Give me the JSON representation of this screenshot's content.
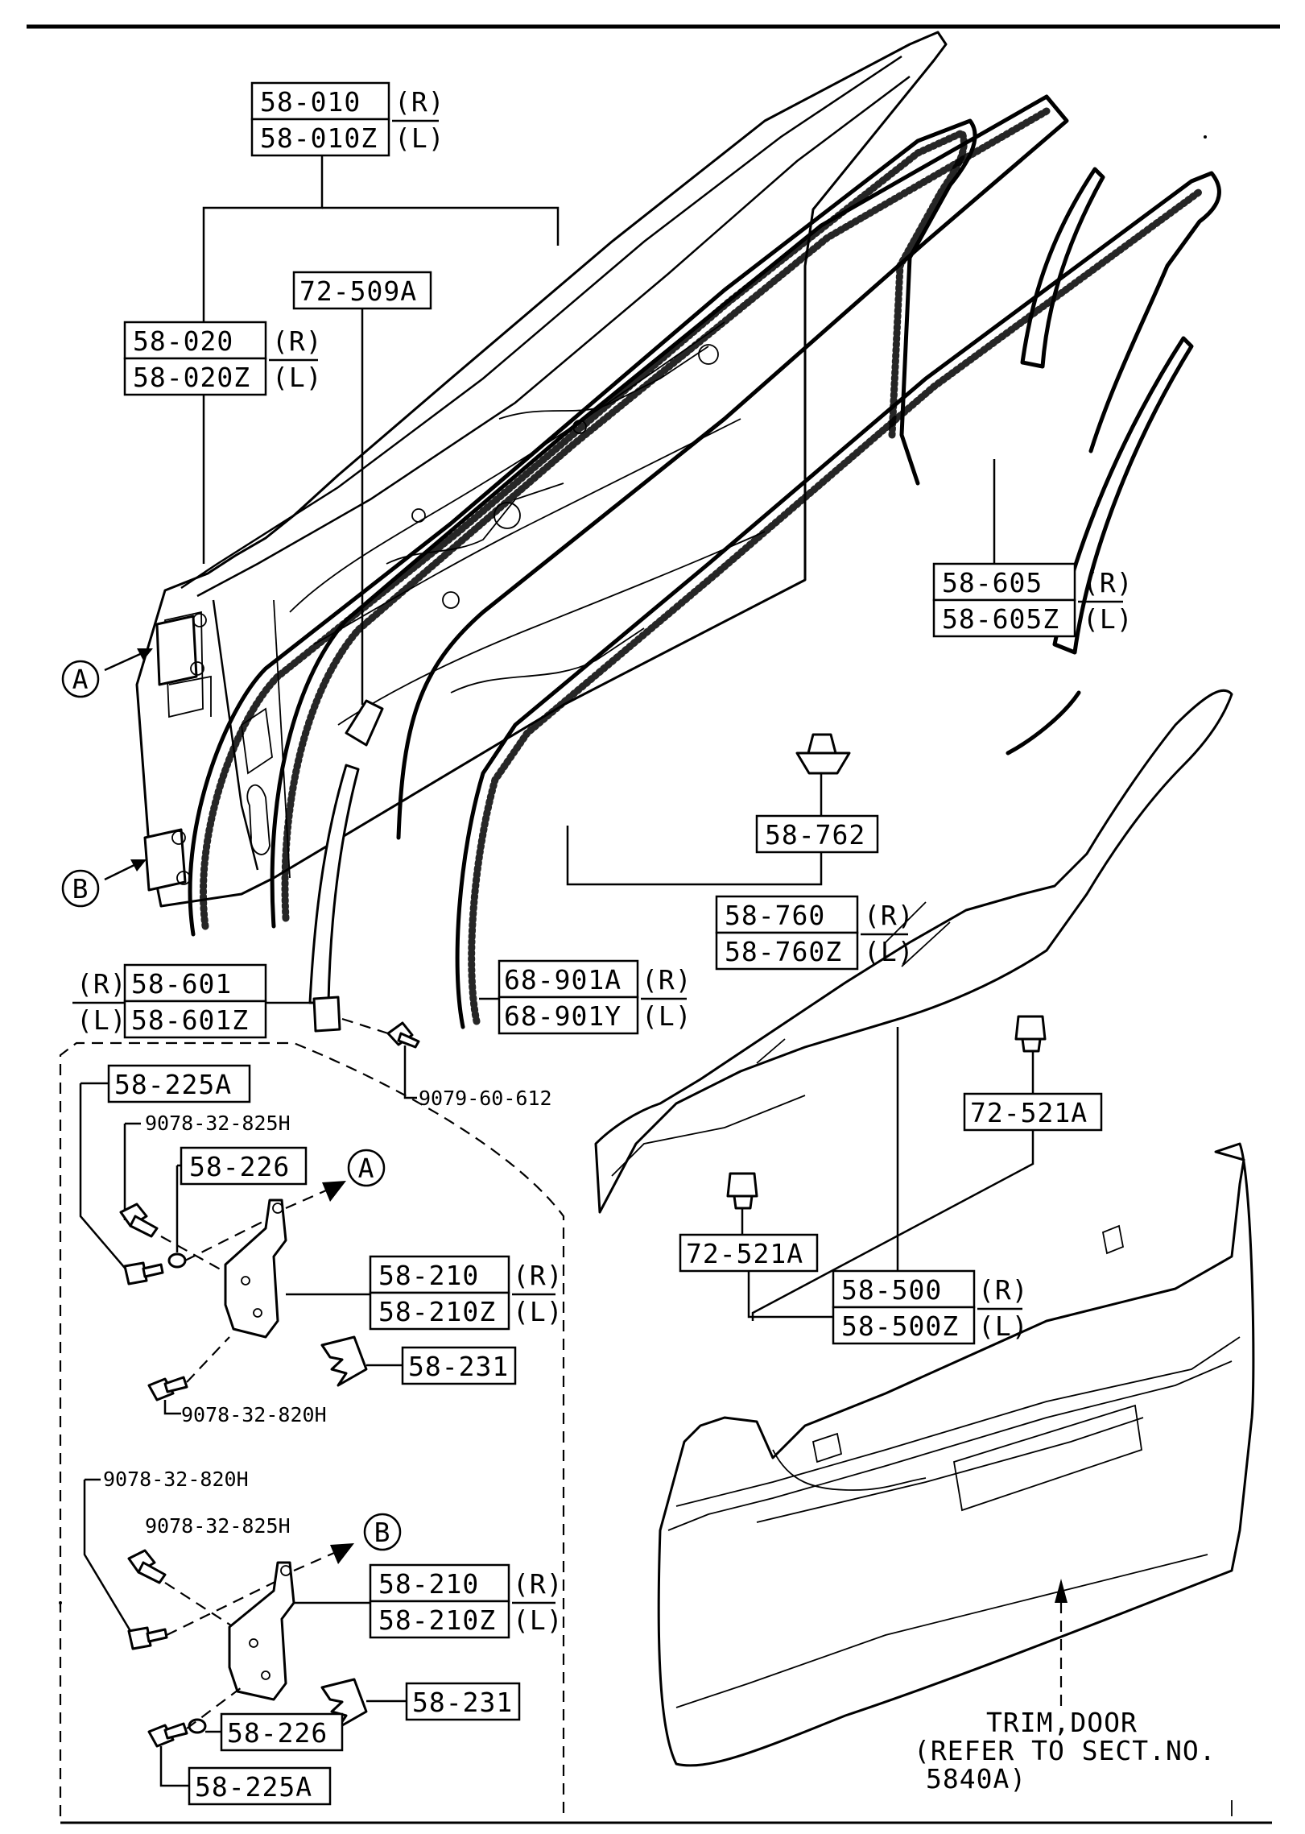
{
  "labels": {
    "p58_010": "58-010",
    "p58_010_side": "(R)",
    "p58_010z": "58-010Z",
    "p58_010z_side": "(L)",
    "p58_020": "58-020",
    "p58_020_side": "(R)",
    "p58_020z": "58-020Z",
    "p58_020z_side": "(L)",
    "p72_509a": "72-509A",
    "p58_605": "58-605",
    "p58_605_side": "(R)",
    "p58_605z": "58-605Z",
    "p58_605z_side": "(L)",
    "p58_762": "58-762",
    "p58_760": "58-760",
    "p58_760_side": "(R)",
    "p58_760z": "58-760Z",
    "p58_760z_side": "(L)",
    "p58_601_side": "(R)",
    "p58_601": "58-601",
    "p58_601z_side": "(L)",
    "p58_601z": "58-601Z",
    "p68_901a": "68-901A",
    "p68_901a_side": "(R)",
    "p68_901y": "68-901Y",
    "p68_901y_side": "(L)",
    "bolt_9079": "9079-60-612",
    "p72_521a_right": "72-521A",
    "p72_521a_left": "72-521A",
    "p58_500": "58-500",
    "p58_500_side": "(R)",
    "p58_500z": "58-500Z",
    "p58_500z_side": "(L)",
    "ref_a": "A",
    "ref_b": "B",
    "upper": {
      "p58_225a": "58-225A",
      "bolt_825h": "9078-32-825H",
      "p58_226": "58-226",
      "ref_a": "A",
      "p58_210": "58-210",
      "p58_210_side": "(R)",
      "p58_210z": "58-210Z",
      "p58_210z_side": "(L)",
      "p58_231": "58-231",
      "bolt_820h": "9078-32-820H"
    },
    "lower": {
      "bolt_820h": "9078-32-820H",
      "bolt_825h": "9078-32-825H",
      "ref_b": "B",
      "p58_210": "58-210",
      "p58_210_side": "(R)",
      "p58_210z": "58-210Z",
      "p58_210z_side": "(L)",
      "p58_231": "58-231",
      "p58_226": "58-226",
      "p58_225a": "58-225A"
    },
    "trim_note": {
      "line1": "TRIM,DOOR",
      "line2": "(REFER TO SECT.NO.",
      "line3": "5840A)"
    }
  }
}
